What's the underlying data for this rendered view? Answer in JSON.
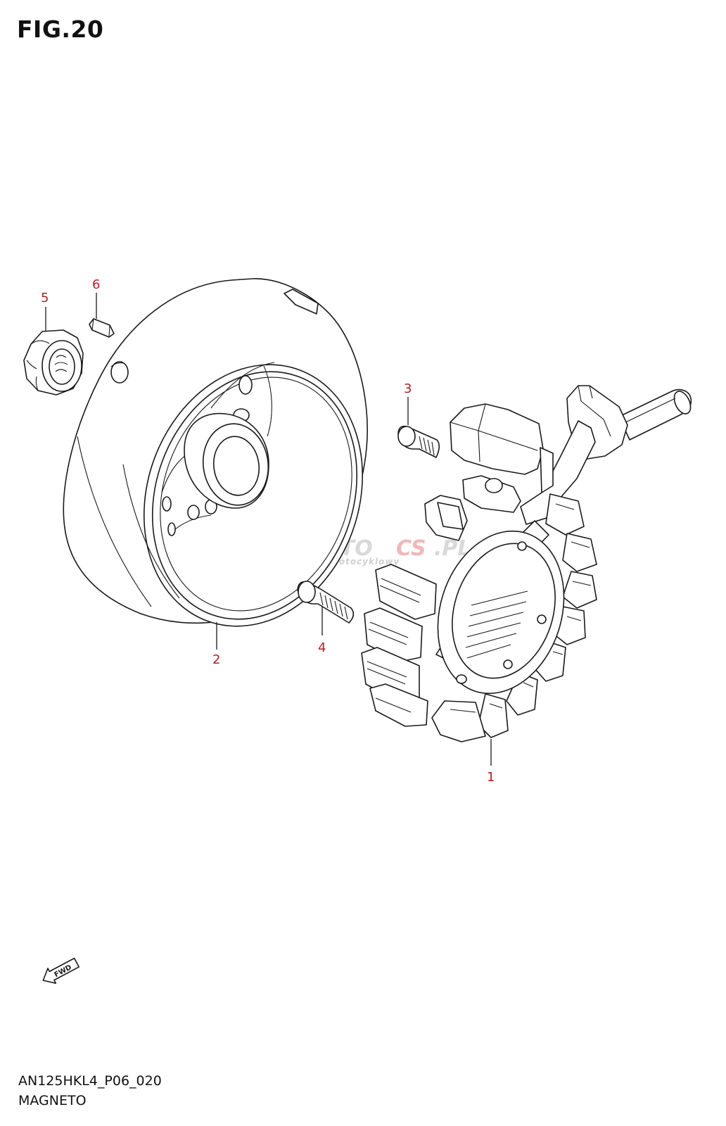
{
  "figure": {
    "title": "FIG.20",
    "code": "AN125HKL4_P06_020",
    "name": "MAGNETO"
  },
  "callouts": [
    {
      "id": "1",
      "part": "stator"
    },
    {
      "id": "2",
      "part": "rotor"
    },
    {
      "id": "3",
      "part": "bolt"
    },
    {
      "id": "4",
      "part": "bolt"
    },
    {
      "id": "5",
      "part": "nut"
    },
    {
      "id": "6",
      "part": "key"
    }
  ],
  "watermark": {
    "brand_main": "SKLEPMOTO",
    "brand_accent": "CS",
    "brand_suffix": ".PL",
    "tagline": "internetowy sklep motocyklowy"
  },
  "direction_badge": "FWD",
  "colors": {
    "callout_text": "#b02020",
    "line_art": "#1a1a1a"
  }
}
